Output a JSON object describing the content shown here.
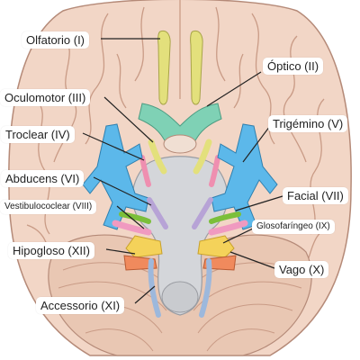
{
  "diagram": {
    "labels": {
      "olfatorio": "Olfatorio (I)",
      "optico": "Óptico (II)",
      "oculomotor": "Oculomotor (III)",
      "troclear": "Troclear (IV)",
      "trigemino": "Trigémino (V)",
      "abducens": "Abducens (VI)",
      "facial": "Facial (VII)",
      "vestibulococlear": "Vestibulococlear (VIII)",
      "glosofaringeo": "Glosofaríngeo (IX)",
      "vago": "Vago (X)",
      "accessorio": "Accessorio (XI)",
      "hipogloso": "Hipogloso (XII)"
    },
    "colors": {
      "brain": "#f2d6c6",
      "brain_outline": "#b58a78",
      "cerebellum": "#e9c7b3",
      "brainstem": "#d4d6da",
      "olfactory": "#e3e07c",
      "optic": "#7fd1b5",
      "oculomotor": "#e3e07c",
      "trochlear": "#ef8fb0",
      "trigeminal": "#5cb8ea",
      "abducens": "#b7a3d6",
      "facial": "#7bbf3a",
      "vestibulocochlear": "#f09ac0",
      "glossopharyngeal": "#f4d25a",
      "vagus": "#f4d25a",
      "accessory": "#9db8dc",
      "hypoglossal": "#f08a5d"
    }
  }
}
